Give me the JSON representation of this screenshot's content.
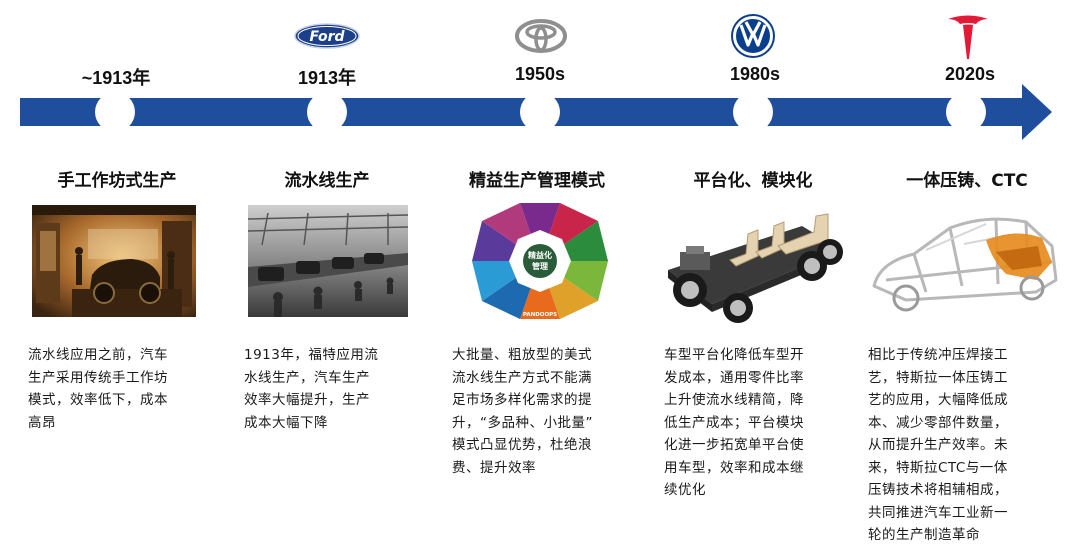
{
  "brand_colors": {
    "ford": "#1c3f8a",
    "toyota": "#9a9a9a",
    "vw": "#0b3f8c",
    "tesla": "#e31937",
    "timeline": "#1f4f9c"
  },
  "eras": [
    {
      "label": "~1913年",
      "logo": "",
      "title": "手工作坊式生产",
      "image": "workshop-photo",
      "desc": [
        "流水线应用之前，汽车",
        "生产采用传统手工作坊",
        "模式，效率低下，成本",
        "高昂"
      ]
    },
    {
      "label": "1913年",
      "logo": "ford-logo",
      "logo_text": "Ford",
      "title": "流水线生产",
      "image": "assembly-line-photo",
      "desc": [
        "1913年，福特应用流",
        "水线生产，汽车生产",
        "效率大幅提升，生产",
        "成本大幅下降"
      ]
    },
    {
      "label": "1950s",
      "logo": "toyota-logo",
      "title": "精益生产管理模式",
      "image": "lean-octagon-diagram",
      "octagon_center": [
        "精益化",
        "管理"
      ],
      "octagon_bottom": "PANDOOPS",
      "desc": [
        "大批量、粗放型的美式",
        "流水线生产方式不能满",
        "足市场多样化需求的提",
        "升，“多品种、小批量”",
        "模式凸显优势，杜绝浪",
        "费、提升效率"
      ]
    },
    {
      "label": "1980s",
      "logo": "vw-logo",
      "title": "平台化、模块化",
      "image": "car-platform-chassis",
      "desc": [
        "车型平台化降低车型开",
        "发成本，通用零件比率",
        "上升使流水线精简，降",
        "低生产成本；平台模块",
        "化进一步拓宽单平台使",
        "用车型，效率和成本继",
        "续优化"
      ]
    },
    {
      "label": "2020s",
      "logo": "tesla-logo",
      "title": "一体压铸、CTC",
      "image": "body-in-white-casting",
      "desc": [
        "相比于传统冲压焊接工",
        "艺，特斯拉一体压铸工",
        "艺的应用，大幅降低成",
        "本、减少零部件数量，",
        "从而提升生产效率。未",
        "来，特斯拉CTC与一体",
        "压铸技术将相辅相成，",
        "共同推进汽车工业新一",
        "轮的生产制造革命"
      ]
    }
  ]
}
